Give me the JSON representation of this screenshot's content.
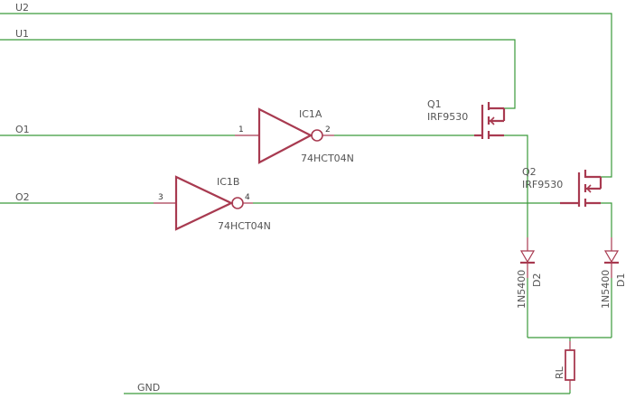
{
  "nets": {
    "u2": "U2",
    "u1": "U1",
    "o1": "O1",
    "o2": "O2",
    "gnd": "GND"
  },
  "parts": {
    "ic1a": {
      "name": "IC1A",
      "value": "74HCT04N",
      "pin_in": "1",
      "pin_out": "2"
    },
    "ic1b": {
      "name": "IC1B",
      "value": "74HCT04N",
      "pin_in": "3",
      "pin_out": "4"
    },
    "q1": {
      "name": "Q1",
      "value": "IRF9530"
    },
    "q2": {
      "name": "Q2",
      "value": "IRF9530"
    },
    "d2": {
      "name": "D2",
      "value": "1N5400"
    },
    "d1": {
      "name": "D1",
      "value": "1N5400"
    },
    "rl": {
      "name": "RL"
    }
  },
  "colors": {
    "wire": "#3a9a3a",
    "component": "#a83a50",
    "label": "#555555",
    "background": "#ffffff"
  }
}
